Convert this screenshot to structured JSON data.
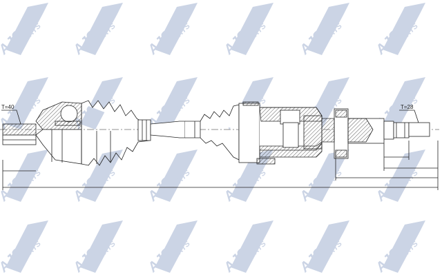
{
  "watermark": {
    "brand": "AJS",
    "suffix": "PARTS",
    "color": "#c9d2e4",
    "rows": [
      8,
      118,
      228,
      320
    ],
    "cols": [
      0,
      108,
      216,
      326,
      436,
      546
    ]
  },
  "drawing": {
    "subject": "CV drive shaft assembly",
    "line_color": "#222222",
    "left_spline_label": "T=40",
    "right_spline_label": "T=28"
  }
}
